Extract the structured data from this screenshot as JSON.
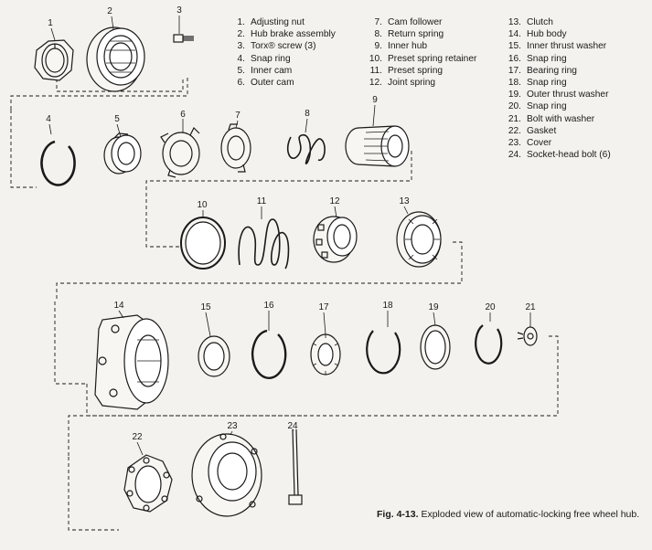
{
  "legend": [
    {
      "num": "1.",
      "text": "Adjusting nut"
    },
    {
      "num": "2.",
      "text": "Hub brake assembly"
    },
    {
      "num": "3.",
      "text": "Torx® screw (3)"
    },
    {
      "num": "4.",
      "text": "Snap ring"
    },
    {
      "num": "5.",
      "text": "Inner cam"
    },
    {
      "num": "6.",
      "text": "Outer cam"
    },
    {
      "num": "7.",
      "text": "Cam follower"
    },
    {
      "num": "8.",
      "text": "Return spring"
    },
    {
      "num": "9.",
      "text": "Inner hub"
    },
    {
      "num": "10.",
      "text": "Preset spring retainer"
    },
    {
      "num": "11.",
      "text": "Preset spring"
    },
    {
      "num": "12.",
      "text": "Joint spring"
    },
    {
      "num": "13.",
      "text": "Clutch"
    },
    {
      "num": "14.",
      "text": "Hub body"
    },
    {
      "num": "15.",
      "text": "Inner thrust washer"
    },
    {
      "num": "16.",
      "text": "Snap ring"
    },
    {
      "num": "17.",
      "text": "Bearing ring"
    },
    {
      "num": "18.",
      "text": "Snap ring"
    },
    {
      "num": "19.",
      "text": "Outer thrust washer"
    },
    {
      "num": "20.",
      "text": "Snap ring"
    },
    {
      "num": "21.",
      "text": "Bolt with washer"
    },
    {
      "num": "22.",
      "text": "Gasket"
    },
    {
      "num": "23.",
      "text": "Cover"
    },
    {
      "num": "24.",
      "text": "Socket-head bolt (6)"
    }
  ],
  "part_labels": [
    "1",
    "2",
    "3",
    "4",
    "5",
    "6",
    "7",
    "8",
    "9",
    "10",
    "11",
    "12",
    "13",
    "14",
    "15",
    "16",
    "17",
    "18",
    "19",
    "20",
    "21",
    "22",
    "23",
    "24"
  ],
  "caption": {
    "fig": "Fig. 4-13.",
    "text": "Exploded view of automatic-locking free wheel hub."
  }
}
